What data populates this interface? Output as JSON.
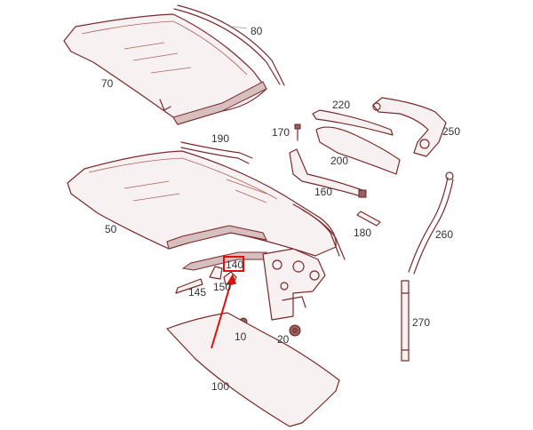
{
  "callouts": [
    {
      "id": "80",
      "text": "80"
    },
    {
      "id": "70",
      "text": "70"
    },
    {
      "id": "220",
      "text": "220"
    },
    {
      "id": "250",
      "text": "250"
    },
    {
      "id": "170",
      "text": "170"
    },
    {
      "id": "190",
      "text": "190"
    },
    {
      "id": "200",
      "text": "200"
    },
    {
      "id": "160",
      "text": "160"
    },
    {
      "id": "50",
      "text": "50"
    },
    {
      "id": "180",
      "text": "180"
    },
    {
      "id": "260",
      "text": "260"
    },
    {
      "id": "140",
      "text": "140"
    },
    {
      "id": "150",
      "text": "150"
    },
    {
      "id": "145",
      "text": "145"
    },
    {
      "id": "270",
      "text": "270"
    },
    {
      "id": "10",
      "text": "10"
    },
    {
      "id": "20",
      "text": "20"
    },
    {
      "id": "100",
      "text": "100"
    }
  ],
  "highlight": {
    "part": "140",
    "color": "#e01010"
  },
  "colors": {
    "line": "#7a2a2a",
    "label": "#333333",
    "highlight": "#e01010"
  }
}
